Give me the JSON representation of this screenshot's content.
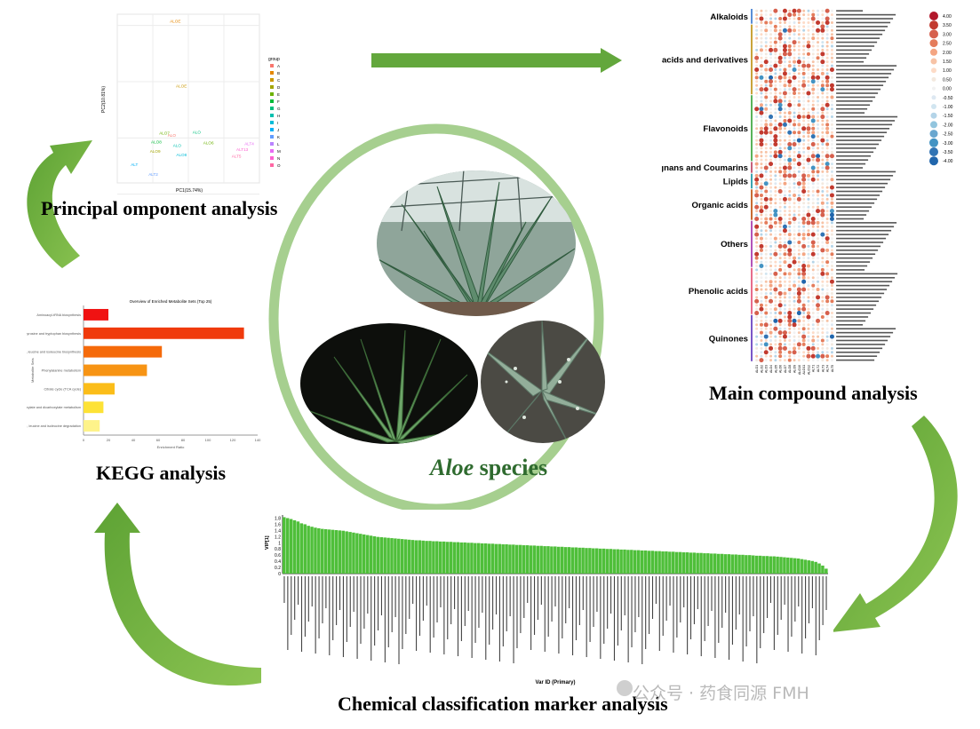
{
  "center": {
    "title_italic": "Aloe",
    "title_rest": " species"
  },
  "captions": {
    "pca": "Principal omponent analysis",
    "main": "Main compound analysis",
    "kegg": "KEGG analysis",
    "marker": "Chemical classification marker analysis"
  },
  "pca": {
    "xlabel": "PC1(15.74%)",
    "ylabel": "PC2(10.81%)",
    "legend_title": "group",
    "groups": [
      "A",
      "B",
      "C",
      "D",
      "E",
      "F",
      "G",
      "H",
      "I",
      "J",
      "K",
      "L",
      "M",
      "N",
      "O"
    ],
    "group_colors": [
      "#f8766d",
      "#e58700",
      "#c99800",
      "#a3a500",
      "#6bb100",
      "#00ba38",
      "#00bf7d",
      "#00c0af",
      "#00bcd8",
      "#00b0f6",
      "#619cff",
      "#b983ff",
      "#e76bf3",
      "#fd61d1",
      "#ff67a4"
    ],
    "points": [
      {
        "label": "ALOE",
        "x": -5.2,
        "y": 20.5,
        "c": "#e58700"
      },
      {
        "label": "ALOE",
        "x": -3.5,
        "y": 9.0,
        "c": "#c99800"
      },
      {
        "label": "ALO",
        "x": -5.8,
        "y": 0.2,
        "c": "#f8766d"
      },
      {
        "label": "ALO7",
        "x": -8.2,
        "y": 0.6,
        "c": "#6bb100"
      },
      {
        "label": "ALO8",
        "x": -10.5,
        "y": -1.0,
        "c": "#00ba38"
      },
      {
        "label": "ALO9",
        "x": -10.8,
        "y": -2.6,
        "c": "#a3a500"
      },
      {
        "label": "ALO",
        "x": 1.2,
        "y": 0.8,
        "c": "#00bf7d"
      },
      {
        "label": "ALO6",
        "x": 4.2,
        "y": -1.1,
        "c": "#6bb100"
      },
      {
        "label": "ALO",
        "x": -4.3,
        "y": -1.6,
        "c": "#00c0af"
      },
      {
        "label": "ALO8",
        "x": -3.4,
        "y": -3.3,
        "c": "#00bcd8"
      },
      {
        "label": "ALT",
        "x": -16.2,
        "y": -5.0,
        "c": "#00b0f6"
      },
      {
        "label": "ALT2",
        "x": -11.2,
        "y": -6.7,
        "c": "#619cff"
      },
      {
        "label": "ALT4",
        "x": 15.8,
        "y": -1.3,
        "c": "#e76bf3"
      },
      {
        "label": "ALT13",
        "x": 13.5,
        "y": -2.3,
        "c": "#fd61d1"
      },
      {
        "label": "ALT5",
        "x": 12.2,
        "y": -3.5,
        "c": "#ff67a4"
      }
    ]
  },
  "heatmap": {
    "categories": [
      {
        "name": "Alkaloids",
        "row": 0
      },
      {
        "name": "Amino acids and derivatives",
        "row": 4
      },
      {
        "name": "Flavonoids",
        "row": 22
      },
      {
        "name": "Lignans and Coumarins",
        "row": 39
      },
      {
        "name": "Lipids",
        "row": 42
      },
      {
        "name": "Organic acids",
        "row": 46
      },
      {
        "name": "Others",
        "row": 54
      },
      {
        "name": "Phenolic acids",
        "row": 66
      },
      {
        "name": "Quinones",
        "row": 78
      }
    ],
    "scale": [
      "4.00",
      "3.50",
      "3.00",
      "2.50",
      "2.00",
      "1.50",
      "1.00",
      "0.50",
      "0.00",
      "-0.50",
      "-1.00",
      "-1.50",
      "-2.00",
      "-2.50",
      "-3.00",
      "-3.50",
      "-4.00"
    ],
    "scale_colors": [
      "#b2182b",
      "#c23a2f",
      "#d6604d",
      "#e47c5b",
      "#f4a582",
      "#f7c3a6",
      "#fddbc7",
      "#f3e9df",
      "#f2f2f2",
      "#dde8f2",
      "#d1e5f0",
      "#b4d4e8",
      "#92c5de",
      "#6aa7cf",
      "#4393c3",
      "#3174b4",
      "#2166ac"
    ],
    "columns": [
      "ALO1",
      "ALO2",
      "ALO3",
      "ALO4",
      "ALO5",
      "ALO6",
      "ALO7",
      "ALO8",
      "ALO9",
      "ALO10",
      "ALO11",
      "ALO12",
      "ALT1",
      "ALT2",
      "ALT3",
      "ALT4",
      "ALT5"
    ]
  },
  "kegg": {
    "title": "Overview of Enriched Metabolite Sets (Top 25)",
    "xlabel": "Enrichment Ratio",
    "ylabel": "Metabolite Sets",
    "xticks": [
      "0",
      "20",
      "40",
      "60",
      "80",
      "100",
      "120",
      "140"
    ],
    "chart_data": {
      "type": "bar",
      "categories": [
        "Aminoacyl-tRNA biosynthesis",
        "Phenylalanine, tyrosine and tryptophan biosynthesis",
        "Valine, leucine and isoleucine biosynthesis",
        "Phenylalanine metabolism",
        "Citrate cycle (TCA cycle)",
        "Glyoxylate and dicarboxylate metabolism",
        "Valine, leucine and isoleucine degradation"
      ],
      "values": [
        20,
        129,
        63,
        51,
        25,
        16,
        13
      ],
      "colors": [
        "#f01212",
        "#f03a0c",
        "#f56a0a",
        "#f79414",
        "#fbbd19",
        "#fde236",
        "#fef38a"
      ],
      "xlim": [
        0,
        140
      ]
    }
  },
  "vip": {
    "ylabel": "VIP[1]",
    "xlabel": "Var ID (Primary)",
    "yticks": [
      "1.8",
      "1.6",
      "1.4",
      "1.2",
      "1",
      "0.8",
      "0.6",
      "0.4",
      "0.2",
      "0"
    ],
    "bar_color": "#4fbf3a",
    "chart_data": {
      "type": "bar",
      "ylim": [
        0,
        1.9
      ],
      "values": [
        1.83,
        1.8,
        1.77,
        1.73,
        1.69,
        1.63,
        1.6,
        1.55,
        1.52,
        1.49,
        1.47,
        1.45,
        1.44,
        1.43,
        1.42,
        1.41,
        1.4,
        1.39,
        1.37,
        1.35,
        1.33,
        1.31,
        1.29,
        1.27,
        1.25,
        1.23,
        1.21,
        1.19,
        1.18,
        1.17,
        1.16,
        1.15,
        1.14,
        1.13,
        1.12,
        1.11,
        1.1,
        1.09,
        1.08,
        1.08,
        1.07,
        1.06,
        1.06,
        1.05,
        1.05,
        1.04,
        1.04,
        1.03,
        1.03,
        1.02,
        1.02,
        1.01,
        1.01,
        1.0,
        1.0,
        0.99,
        0.99,
        0.98,
        0.98,
        0.97,
        0.97,
        0.96,
        0.96,
        0.95,
        0.95,
        0.94,
        0.94,
        0.93,
        0.93,
        0.92,
        0.92,
        0.91,
        0.91,
        0.9,
        0.9,
        0.89,
        0.89,
        0.88,
        0.88,
        0.87,
        0.87,
        0.86,
        0.86,
        0.85,
        0.85,
        0.84,
        0.84,
        0.83,
        0.83,
        0.82,
        0.82,
        0.81,
        0.81,
        0.8,
        0.8,
        0.79,
        0.79,
        0.78,
        0.78,
        0.77,
        0.77,
        0.76,
        0.76,
        0.75,
        0.75,
        0.74,
        0.74,
        0.73,
        0.73,
        0.72,
        0.72,
        0.71,
        0.71,
        0.7,
        0.7,
        0.69,
        0.69,
        0.68,
        0.68,
        0.67,
        0.67,
        0.66,
        0.66,
        0.65,
        0.65,
        0.64,
        0.64,
        0.63,
        0.63,
        0.62,
        0.62,
        0.61,
        0.61,
        0.6,
        0.6,
        0.59,
        0.58,
        0.58,
        0.57,
        0.57,
        0.56,
        0.56,
        0.55,
        0.54,
        0.53,
        0.52,
        0.51,
        0.5,
        0.49,
        0.47,
        0.45,
        0.43,
        0.41,
        0.38,
        0.33,
        0.26,
        0.16
      ]
    }
  },
  "watermark": "公众号 · 药食同源 FMH"
}
